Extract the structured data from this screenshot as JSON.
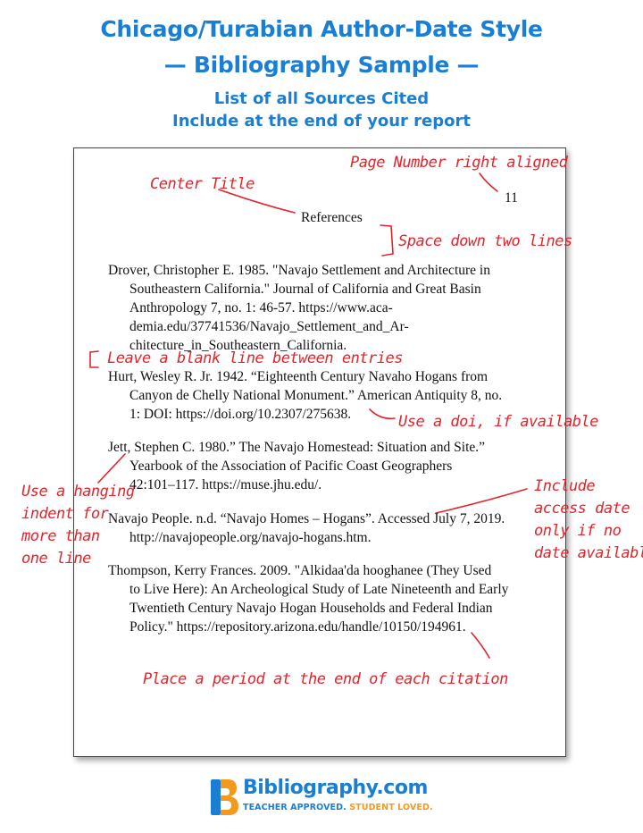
{
  "header": {
    "title_line1": "Chicago/Turabian Author-Date Style",
    "title_line2": "— Bibliography Sample —",
    "subtitle_line1": "List of all Sources Cited",
    "subtitle_line2": "Include at the end of your report"
  },
  "document": {
    "page_number": "11",
    "heading": "References",
    "entries": [
      {
        "lines": [
          "Drover, Christopher E. 1985. \"Navajo Settlement and Architecture in",
          "Southeastern California.\" Journal of California and Great Basin",
          "Anthropology 7, no. 1: 46-57. https://www.aca-",
          "demia.edu/37741536/Navajo_Settlement_and_Ar-",
          "chitecture_in_Southeastern_California."
        ]
      },
      {
        "lines": [
          "Hurt, Wesley R. Jr. 1942. “Eighteenth Century Navaho Hogans from",
          "Canyon de Chelly National Monument.” American Antiquity 8, no.",
          "1: DOI: https://doi.org/10.2307/275638."
        ]
      },
      {
        "lines": [
          "Jett, Stephen C. 1980.” The Navajo Homestead: Situation and Site.”",
          "Yearbook of the Association of Pacific Coast Geographers",
          "42:101–117. https://muse.jhu.edu/."
        ]
      },
      {
        "lines": [
          "Navajo People. n.d. “Navajo Homes – Hogans”. Accessed July 7, 2019.",
          "http://navajopeople.org/navajo-hogans.htm."
        ]
      },
      {
        "lines": [
          "Thompson, Kerry Frances. 2009.  \"Alkidaa'da hooghanee (They Used",
          "to Live Here): An Archeological Study of Late Nineteenth and Early",
          "Twentieth Century Navajo Hogan Households and Federal Indian",
          "Policy.\" https://repository.arizona.edu/handle/10150/194961."
        ]
      }
    ]
  },
  "annotations": {
    "page_number_note": "Page Number right aligned",
    "center_title_note": "Center Title",
    "space_note": "Space down two lines",
    "blank_line_note": "Leave a blank line between entries",
    "doi_note": "Use a doi, if available",
    "hanging_indent_note": [
      "Use a hanging",
      "indent for",
      "more than",
      "one line"
    ],
    "access_date_note": [
      "Include",
      "access date",
      "only if no",
      "date available"
    ],
    "period_note": "Place a period at the end of each citation"
  },
  "logo": {
    "name": "Bibliography.com",
    "tagline_part1": "TEACHER APPROVED.",
    "tagline_part2": "STUDENT LOVED."
  },
  "colors": {
    "brand_blue": "#1a7fd4",
    "annotation_red": "#e3242b",
    "brand_orange": "#f39a1e"
  }
}
